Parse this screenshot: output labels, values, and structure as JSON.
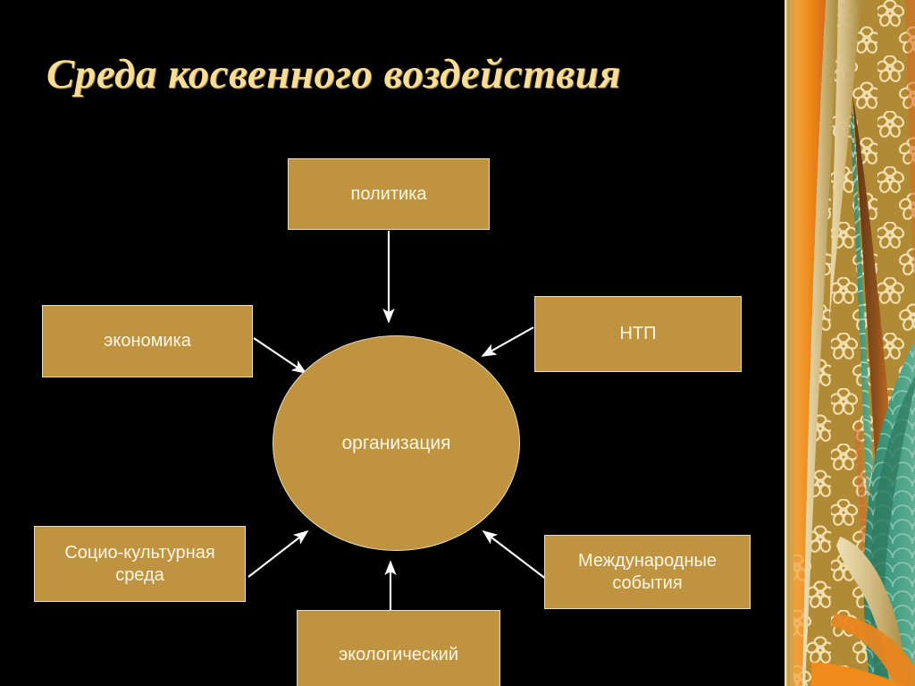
{
  "slide": {
    "title": "Среда косвенного воздействия",
    "background_color": "#000000",
    "accent_fill": "#bf9340",
    "accent_border": "#e8dcc0",
    "title_color": "#f7dd97",
    "text_color": "#fdf6e3",
    "arrow_color": "#ffffff"
  },
  "center": {
    "label": "организация"
  },
  "nodes": [
    {
      "id": "politika",
      "label": "политика",
      "position": "top"
    },
    {
      "id": "economika",
      "label": "экономика",
      "position": "left-upper"
    },
    {
      "id": "ntp",
      "label": "НТП",
      "position": "right-upper"
    },
    {
      "id": "socio",
      "label_line1": "Социо-культурная",
      "label_line2": "среда",
      "position": "left-lower"
    },
    {
      "id": "mezhdunar",
      "label_line1": "Международные",
      "label_line2": "события",
      "position": "right-lower"
    },
    {
      "id": "ecolog",
      "label": "экологический",
      "position": "bottom"
    }
  ],
  "connections": [
    {
      "from": "politika",
      "to": "center",
      "direction": "down"
    },
    {
      "from": "economika",
      "to": "center",
      "direction": "down-right"
    },
    {
      "from": "ntp",
      "to": "center",
      "direction": "down-left"
    },
    {
      "from": "socio",
      "to": "center",
      "direction": "up-right"
    },
    {
      "from": "mezhdunar",
      "to": "center",
      "direction": "up-left"
    },
    {
      "from": "ecolog",
      "to": "center",
      "direction": "up"
    }
  ],
  "decor": {
    "name": "floral-ribbon-border",
    "colors": {
      "cream_stripe": "#f3e6c4",
      "orange": "#ef8c1c",
      "deep_orange": "#d9661a",
      "gold": "#b08a34",
      "dark_brown": "#6b3f16",
      "teal": "#3f9a7e",
      "pale_teal": "#89c4ae",
      "flower": "#f6e4b8"
    }
  }
}
